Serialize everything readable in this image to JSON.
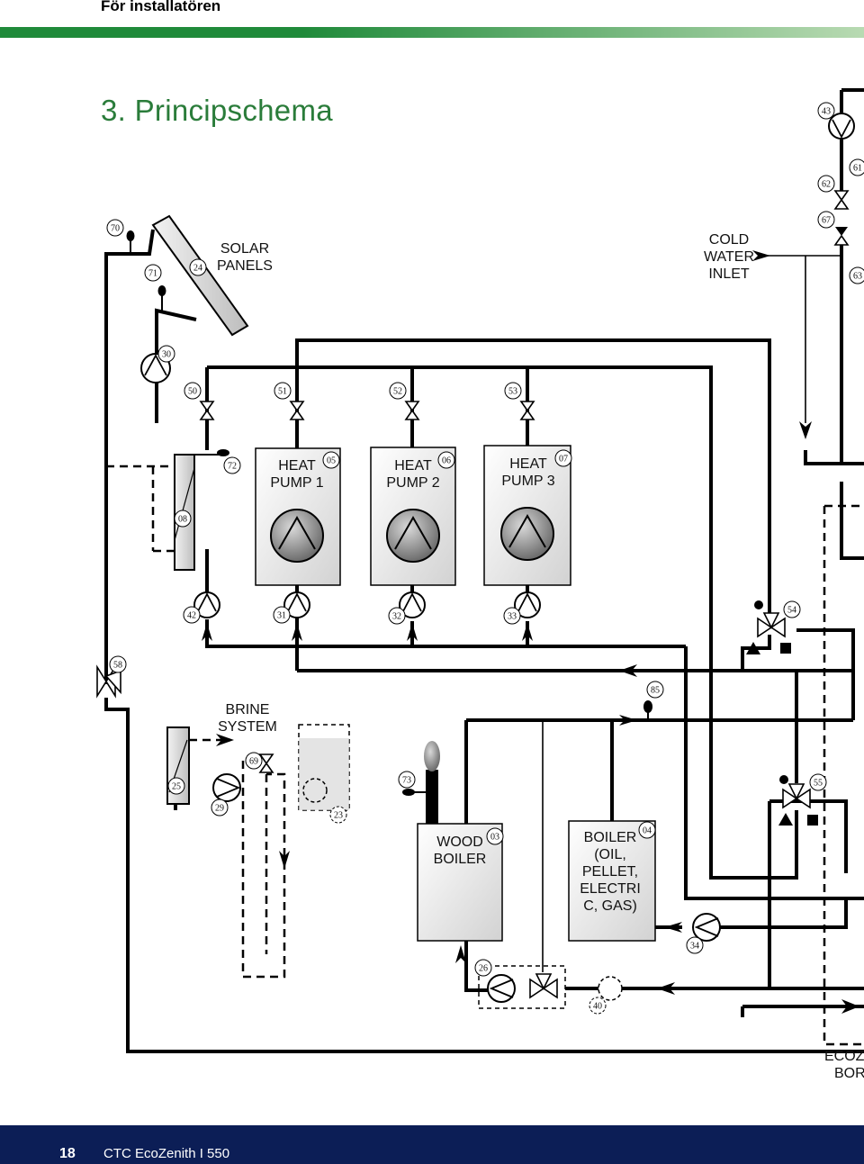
{
  "header": {
    "title": "För installatören"
  },
  "page_title": "3.   Principschema",
  "labels": {
    "solar": [
      "SOLAR",
      "PANELS"
    ],
    "cold_water": [
      "COLD",
      "WATER",
      "INLET"
    ],
    "heat_pump_1": [
      "HEAT",
      "PUMP 1"
    ],
    "heat_pump_2": [
      "HEAT",
      "PUMP 2"
    ],
    "heat_pump_3": [
      "HEAT",
      "PUMP 3"
    ],
    "brine": [
      "BRINE",
      "SYSTEM"
    ],
    "wood_boiler": [
      "WOOD",
      "BOILER"
    ],
    "boiler": [
      "BOILER",
      "(OIL,",
      "PELLET,",
      "ELECTRI",
      "C, GAS)"
    ],
    "ecozenith": [
      "ECOZ",
      "BOR"
    ]
  },
  "numbers": {
    "n70": "70",
    "n71": "71",
    "n24": "24",
    "n43": "43",
    "n61": "61",
    "n62": "62",
    "n67": "67",
    "n63": "63",
    "n30": "30",
    "n50": "50",
    "n51": "51",
    "n52": "52",
    "n53": "53",
    "n72": "72",
    "n05": "05",
    "n06": "06",
    "n07": "07",
    "n08": "08",
    "n42": "42",
    "n31": "31",
    "n32": "32",
    "n33": "33",
    "n54": "54",
    "n58": "58",
    "n85": "85",
    "n69": "69",
    "n25": "25",
    "n29": "29",
    "n23": "23",
    "n73": "73",
    "n55": "55",
    "n03": "03",
    "n04": "04",
    "n34": "34",
    "n26": "26",
    "n40": "40"
  },
  "footer": {
    "page": "18",
    "product": "CTC EcoZenith I 550"
  }
}
